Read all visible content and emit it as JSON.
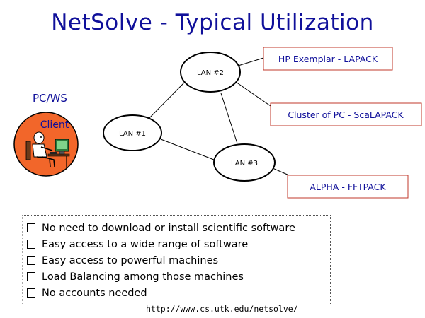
{
  "slide": {
    "title": "NetSolve - Typical Utilization",
    "url": "http://www.cs.utk.edu/netsolve/"
  },
  "diagram": {
    "pcws_label": "PC/WS",
    "client_label": "Client",
    "lans": [
      {
        "id": "lan1",
        "label": "LAN #1"
      },
      {
        "id": "lan2",
        "label": "LAN #2"
      },
      {
        "id": "lan3",
        "label": "LAN #3"
      }
    ],
    "servers": [
      {
        "id": "hp",
        "label": "HP Exemplar - LAPACK"
      },
      {
        "id": "cluster",
        "label": "Cluster of PC - ScaLAPACK"
      },
      {
        "id": "alpha",
        "label": "ALPHA - FFTPACK"
      }
    ]
  },
  "features": [
    "No need to download or install scientific software",
    "Easy access to a wide range of software",
    "Easy access to powerful machines",
    "Load Balancing among those machines",
    "No accounts needed"
  ],
  "colors": {
    "title": "#10109a",
    "client_fill": "#f2662a",
    "box_border": "#c0392b",
    "text": "#000000"
  }
}
